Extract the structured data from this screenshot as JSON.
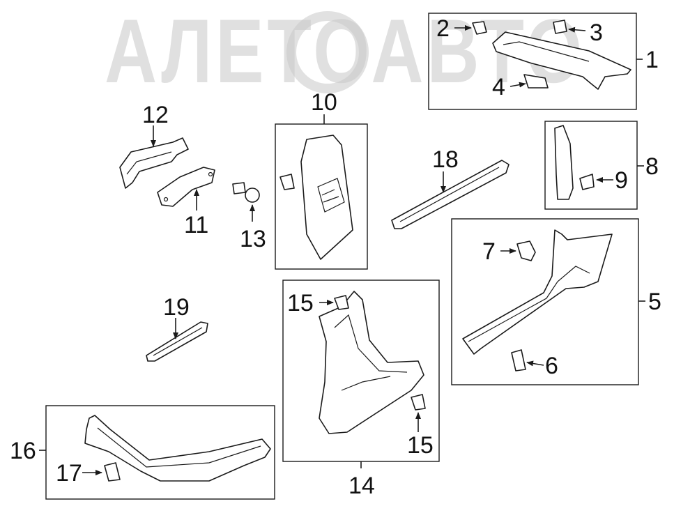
{
  "watermark": "АЛЕТОАВТО",
  "colors": {
    "line": "#1a1a1a",
    "watermark": "#c8c8c8",
    "background": "#ffffff"
  },
  "callouts": {
    "c1": "1",
    "c2": "2",
    "c3": "3",
    "c4": "4",
    "c5": "5",
    "c6": "6",
    "c7": "7",
    "c8": "8",
    "c9": "9",
    "c10": "10",
    "c11": "11",
    "c12": "12",
    "c13": "13",
    "c14": "14",
    "c15a": "15",
    "c15b": "15",
    "c16": "16",
    "c17": "17",
    "c18": "18",
    "c19": "19"
  }
}
